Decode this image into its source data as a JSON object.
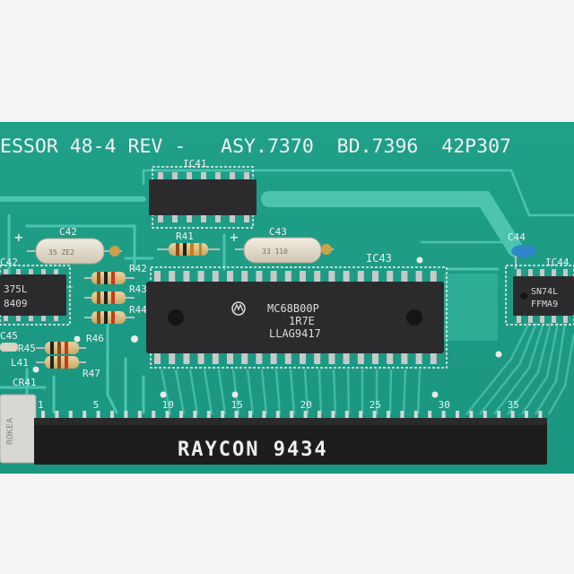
{
  "board": {
    "header_text": "ESSOR 48-4 REV -   ASY.7370  BD.7396  42P307",
    "colors": {
      "pcb": "#1f9e86",
      "trace": "#4cc4b0",
      "chip": "#2b2b2e",
      "pin": "#c9c9c9",
      "connector": "#1d1d1d",
      "background": "#f4f4f2"
    }
  },
  "components": {
    "ic41": {
      "label": "IC41"
    },
    "ic42": {
      "label": "C42",
      "line1": "375L",
      "line2": "8409"
    },
    "ic43": {
      "label": "IC43",
      "line1": "MC68B00P",
      "line2": "1R7E",
      "line3": "LLAG9417"
    },
    "ic44": {
      "label": "IC44",
      "line1": "SN74L",
      "line2": "FFMA9"
    },
    "cap_c42": {
      "label": "C42",
      "text": "35 ZE2"
    },
    "cap_c43": {
      "label": "C43",
      "text": "33 110"
    },
    "cap_c44": {
      "label": "C44"
    },
    "cap_c45": {
      "label": "C45"
    },
    "cr41": {
      "label": "CR41"
    },
    "l41": {
      "label": "L41"
    },
    "crystal": {
      "text": "ROKEA"
    },
    "resistors": [
      "R41",
      "R42",
      "R43",
      "R44",
      "R45",
      "R46",
      "R47"
    ],
    "plus_signs": [
      "+",
      "+"
    ]
  },
  "connector": {
    "pin_numbers": [
      "1",
      "5",
      "10",
      "15",
      "20",
      "25",
      "30",
      "35"
    ],
    "stamp": "RAYCON 9434"
  }
}
